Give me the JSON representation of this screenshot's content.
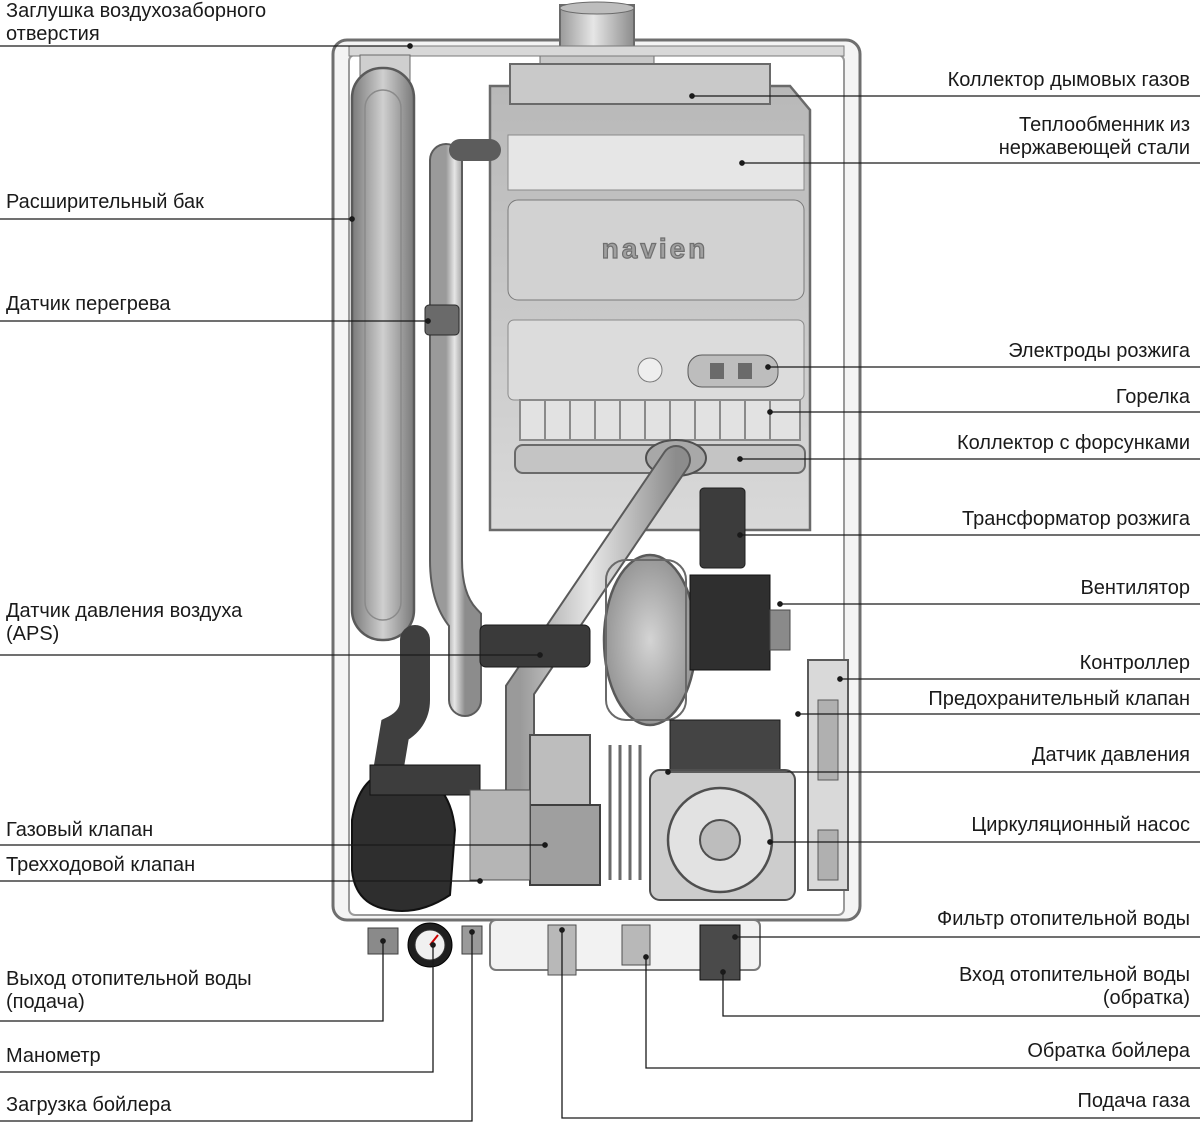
{
  "brand": "navien",
  "labels_left": [
    {
      "id": "air-intake-plug",
      "lines": [
        "Заглушка воздухозаборного",
        "отверстия"
      ]
    },
    {
      "id": "expansion-tank",
      "lines": [
        "Расширительный бак"
      ]
    },
    {
      "id": "overheat-sensor",
      "lines": [
        "Датчик перегрева"
      ]
    },
    {
      "id": "air-pressure-sensor",
      "lines": [
        "Датчик давления воздуха",
        "(APS)"
      ]
    },
    {
      "id": "gas-valve",
      "lines": [
        "Газовый клапан"
      ]
    },
    {
      "id": "three-way-valve",
      "lines": [
        "Трехходовой клапан"
      ]
    },
    {
      "id": "heating-water-outlet",
      "lines": [
        "Выход отопительной воды",
        "(подача)"
      ]
    },
    {
      "id": "manometer",
      "lines": [
        "Манометр"
      ]
    },
    {
      "id": "boiler-charge",
      "lines": [
        "Загрузка бойлера"
      ]
    }
  ],
  "labels_right": [
    {
      "id": "flue-gas-collector",
      "lines": [
        "Коллектор дымовых газов"
      ]
    },
    {
      "id": "heat-exchanger",
      "lines": [
        "Теплообменник из",
        "нержавеющей стали"
      ]
    },
    {
      "id": "ignition-electrodes",
      "lines": [
        "Электроды розжига"
      ]
    },
    {
      "id": "burner",
      "lines": [
        "Горелка"
      ]
    },
    {
      "id": "nozzle-manifold",
      "lines": [
        "Коллектор с форсунками"
      ]
    },
    {
      "id": "ignition-transformer",
      "lines": [
        "Трансформатор розжига"
      ]
    },
    {
      "id": "fan",
      "lines": [
        "Вентилятор"
      ]
    },
    {
      "id": "controller",
      "lines": [
        "Контроллер"
      ]
    },
    {
      "id": "safety-valve",
      "lines": [
        "Предохранительный  клапан"
      ]
    },
    {
      "id": "pressure-sensor",
      "lines": [
        "Датчик давления"
      ]
    },
    {
      "id": "circulation-pump",
      "lines": [
        "Циркуляционный насос"
      ]
    },
    {
      "id": "heating-water-filter",
      "lines": [
        "Фильтр отопительной воды"
      ]
    },
    {
      "id": "heating-water-inlet",
      "lines": [
        "Вход отопительной воды",
        "(обратка)"
      ]
    },
    {
      "id": "boiler-return",
      "lines": [
        "Обратка бойлера"
      ]
    },
    {
      "id": "gas-supply",
      "lines": [
        "Подача газа"
      ]
    }
  ]
}
